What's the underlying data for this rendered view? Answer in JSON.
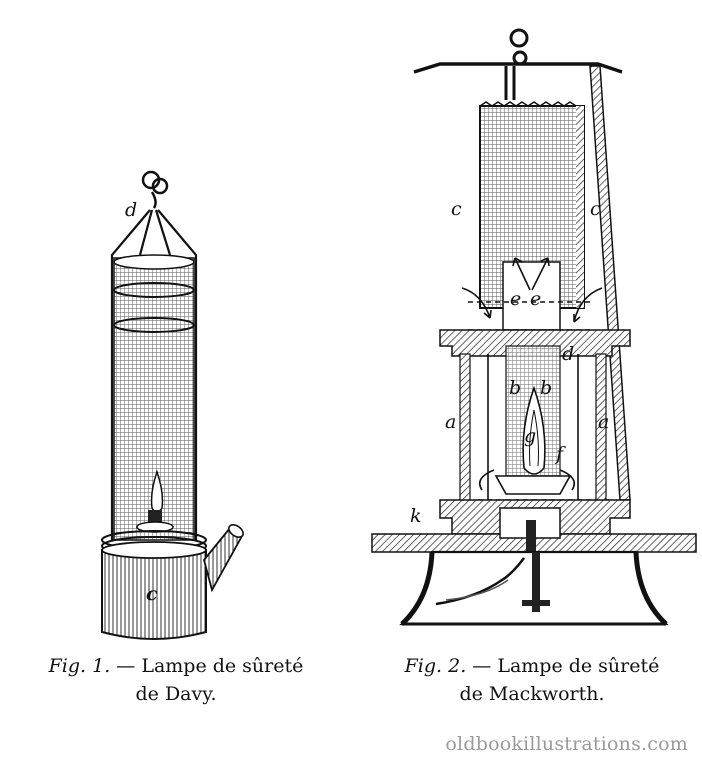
{
  "fig1": {
    "caption_fig": "Fig. 1.",
    "caption_rest": " — Lampe de sûreté",
    "caption_line2": "de Davy.",
    "labels": {
      "d": "d",
      "c": "c"
    }
  },
  "fig2": {
    "caption_fig": "Fig. 2.",
    "caption_rest": " — Lampe de sûreté",
    "caption_line2": "de Mackworth.",
    "labels": {
      "c_left": "c",
      "c_right": "c",
      "e1": "e",
      "e2": "e",
      "d": "d",
      "b1": "b",
      "b2": "b",
      "g": "g",
      "a_left": "a",
      "a_right": "a",
      "f": "f",
      "k": "k"
    }
  },
  "watermark": "oldbookillustrations.com",
  "colors": {
    "ink": "#111111",
    "background": "#ffffff",
    "watermark": "#9a9a9a"
  }
}
